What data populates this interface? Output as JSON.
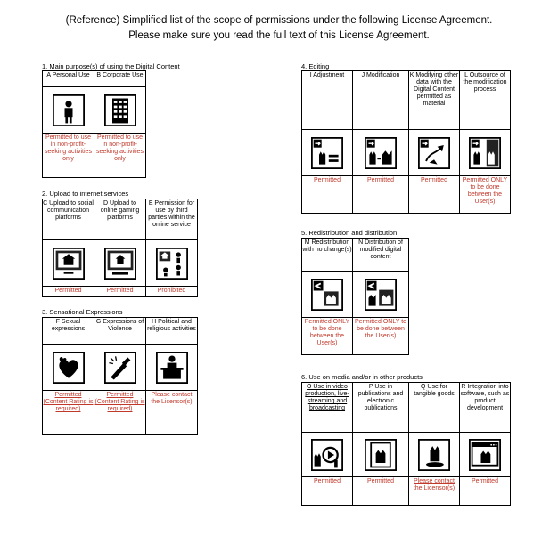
{
  "header": {
    "line1": "(Reference) Simplified list of the scope of permissions under the following License Agreement.",
    "line2": "Please make sure you read the full text of this License Agreement."
  },
  "s1": {
    "title": "1. Main purpose(s) of using the Digital Content",
    "cols": [
      {
        "head": "A Personal Use",
        "icon": "person-icon",
        "status": "Permitted to use in non-profit-seeking activities only"
      },
      {
        "head": "B Corporate Use",
        "icon": "office-building-icon",
        "status": "Permitted to use in non-profit-seeking activities only"
      }
    ]
  },
  "s2": {
    "title": "2. Upload to internet services",
    "cols": [
      {
        "head": "C Upload to social communication platforms",
        "icon": "social-upload-icon",
        "status": "Permitted"
      },
      {
        "head": "D Upload to online gaming platforms",
        "icon": "gaming-upload-icon",
        "status": "Permitted"
      },
      {
        "head": "E Permission for use by third parties within the online service",
        "icon": "third-party-icon",
        "status": "Prohibited"
      }
    ]
  },
  "s3": {
    "title": "3. Sensational Expressions",
    "cols": [
      {
        "head": "F Sexual expressions",
        "icon": "heart-icon",
        "status": "Permitted (Content Rating is required)"
      },
      {
        "head": "G Expressions of Violence",
        "icon": "knife-icon",
        "status": "Permitted (Content Rating is required)"
      },
      {
        "head": "H Political and religious activities",
        "icon": "podium-icon",
        "status": "Please contact the Licensor(s)"
      }
    ]
  },
  "s4": {
    "title": "4. Editing",
    "cols": [
      {
        "head": "I Adjustment",
        "icon": "adjustment-icon",
        "status": "Permitted"
      },
      {
        "head": "J Modification",
        "icon": "modification-icon",
        "status": "Permitted"
      },
      {
        "head": "K Modifying other data with the Digital Content permitted as material",
        "icon": "material-icon",
        "status": "Permitted"
      },
      {
        "head": "L Outsource of the modification process",
        "icon": "outsource-icon",
        "status": "Permitted ONLY to be done between the User(s)"
      }
    ]
  },
  "s5": {
    "title": "5. Redistribution and distribution",
    "cols": [
      {
        "head": "M Redistribution with no change(s)",
        "icon": "redistribution-icon",
        "status": "Permitted ONLY to be done between the User(s)"
      },
      {
        "head": "N Distribution of modified digital content",
        "icon": "distribution-icon",
        "status": "Permitted ONLY to be done between the User(s)"
      }
    ]
  },
  "s6": {
    "title": "6. Use on media and/or in other products",
    "cols": [
      {
        "head": "O Use in video production, live-streaming and broadcasting",
        "icon": "video-icon",
        "status": "Permitted"
      },
      {
        "head": "P Use in publications and electronic publications",
        "icon": "publication-icon",
        "status": "Permitted"
      },
      {
        "head": "Q Use for tangible goods",
        "icon": "figure-icon",
        "status": "Please contact the Licensor(s)"
      },
      {
        "head": "R Integration into software, such as product development",
        "icon": "software-icon",
        "status": "Permitted"
      }
    ]
  }
}
